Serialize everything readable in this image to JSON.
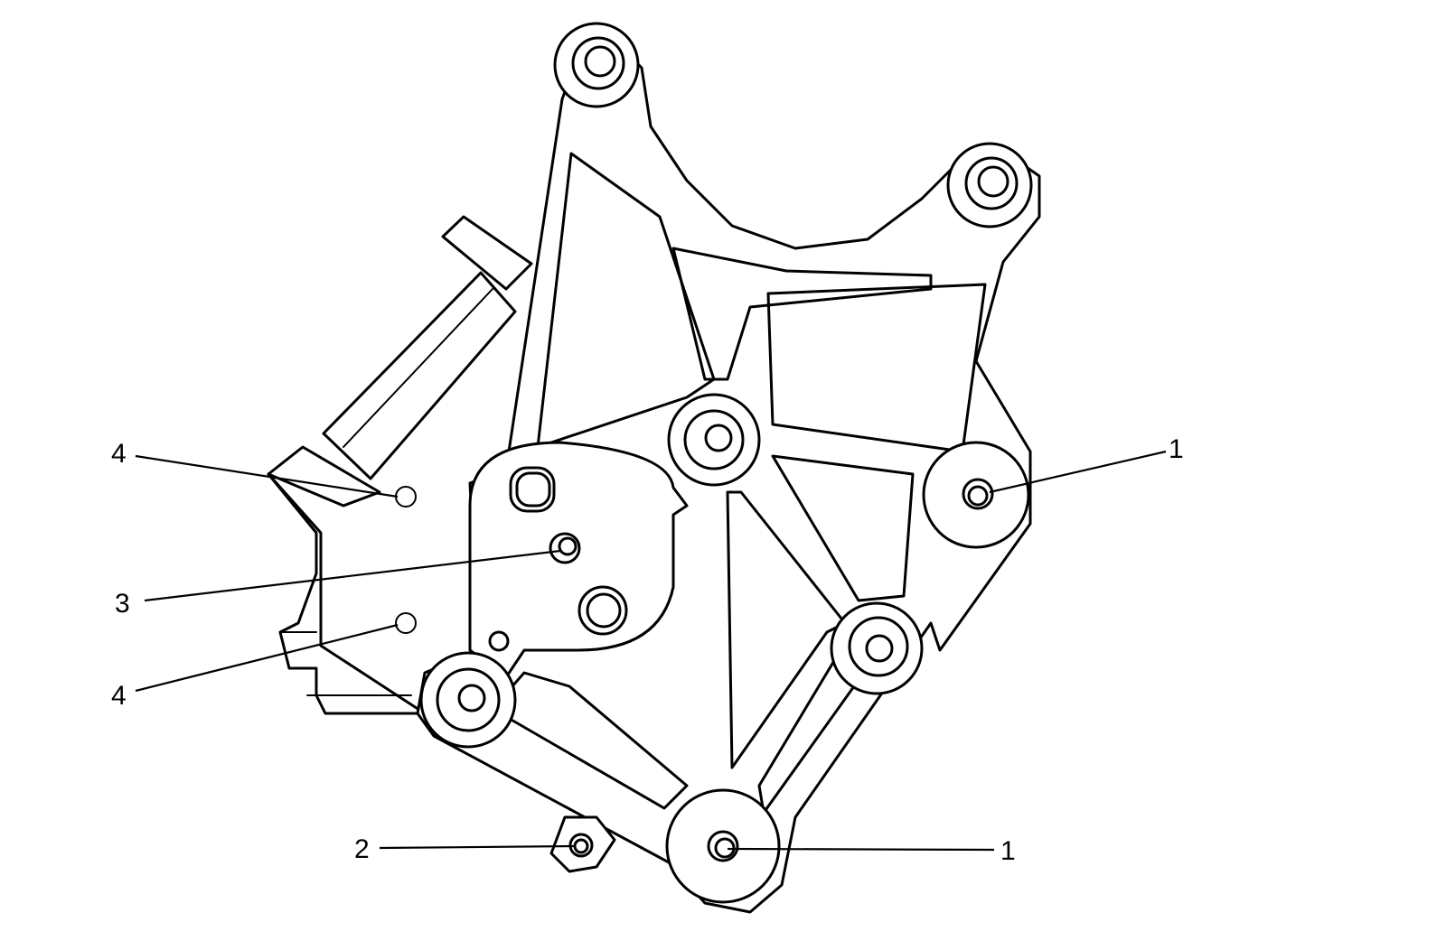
{
  "colors": {
    "ink": "#000000",
    "paper": "#ffffff"
  },
  "callouts": [
    {
      "id": "c-1-right",
      "label": "1"
    },
    {
      "id": "c-1-bottom",
      "label": "1"
    },
    {
      "id": "c-2",
      "label": "2"
    },
    {
      "id": "c-3",
      "label": "3"
    },
    {
      "id": "c-4-top",
      "label": "4"
    },
    {
      "id": "c-4-bottom",
      "label": "4"
    }
  ]
}
